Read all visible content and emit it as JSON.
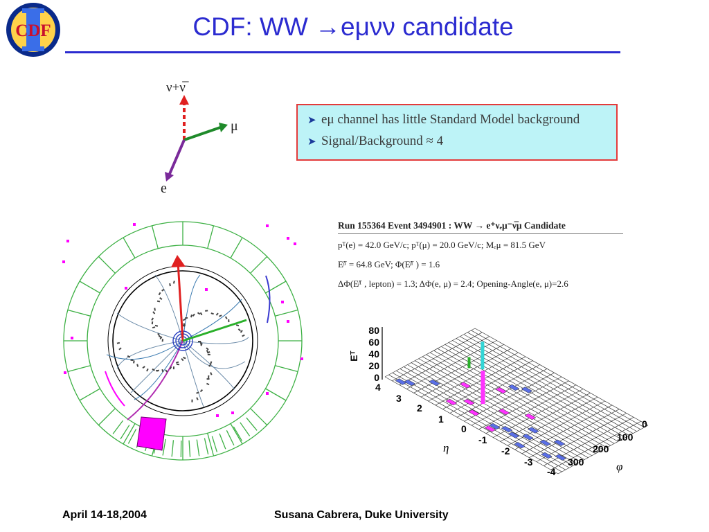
{
  "slide": {
    "title": "CDF:  WW →eμνν candidate",
    "logo_text": "CDF"
  },
  "topology": {
    "neutrino_label": "ν+ν̅",
    "muon_label": "μ",
    "electron_label": "e"
  },
  "info_box": {
    "bullets": [
      "eμ channel has little Standard Model background",
      "Signal/Background ≈ 4"
    ]
  },
  "event_caption": {
    "title": "Run 155364 Event 3494901 :  WW → e⁺νₑμ⁻ν̅μ  Candidate",
    "line1": "pᵀ(e) = 42.0 GeV/c;   pᵀ(μ) = 20.0 GeV/c;   Mₑμ = 81.5 GeV",
    "line2": "E̸ᵀ = 64.8 GeV;   Φ(E̸ᵀ ) = 1.6",
    "line3": "ΔΦ(E̸ᵀ , lepton) = 1.3;   ΔΦ(e, μ) = 2.4;   Opening-Angle(e, μ)=2.6"
  },
  "lego_plot": {
    "z_axis_label": "Eᵀ",
    "z_ticks": [
      "80",
      "60",
      "40",
      "20",
      "0"
    ],
    "eta_label": "η",
    "eta_ticks": [
      "4",
      "3",
      "2",
      "1",
      "0",
      "-1",
      "-2",
      "-3",
      "-4"
    ],
    "phi_label": "φ",
    "phi_ticks": [
      "0",
      "100",
      "200",
      "300"
    ]
  },
  "footer": {
    "date": "April 14-18,2004",
    "author": "Susana Cabrera, Duke University"
  },
  "colors": {
    "title_blue": "#2b2bd0",
    "box_fill": "#bdf3f7",
    "box_border": "#e43a3a",
    "calorimeter_green": "#3cb043",
    "deposit_magenta": "#ff00ff",
    "tower_blue": "#5a6fe6"
  }
}
